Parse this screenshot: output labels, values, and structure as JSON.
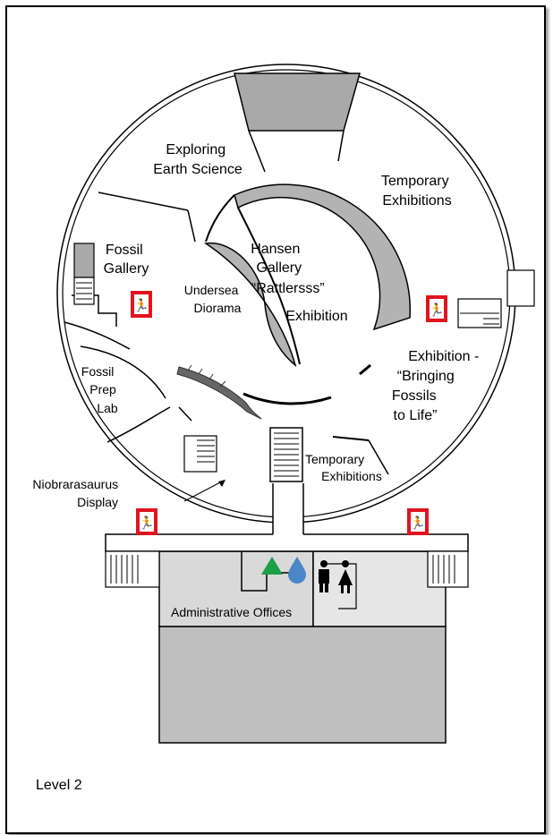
{
  "map": {
    "level_label": "Level 2",
    "rooms": {
      "exploring_earth_science": [
        "Exploring",
        "Earth Science"
      ],
      "temporary_exhibitions_top": [
        "Temporary",
        "Exhibitions"
      ],
      "fossil_gallery": [
        "Fossil",
        "Gallery"
      ],
      "hansen_gallery": [
        "Hansen",
        "Gallery",
        "“Rattlersss”",
        "Exhibition"
      ],
      "undersea_diorama": [
        "Undersea",
        "Diorama"
      ],
      "bringing_fossils": [
        "Exhibition -",
        "“Bringing",
        "Fossils",
        "to Life”"
      ],
      "fossil_prep_lab": [
        "Fossil",
        "Prep",
        "Lab"
      ],
      "temporary_exhibitions_bottom": [
        "Temporary",
        "Exhibitions"
      ],
      "niobrarasaurus_display": [
        "Niobrarasaurus",
        "Display"
      ],
      "administrative_offices": "Administrative Offices"
    },
    "colors": {
      "wall": "#000000",
      "gray_fill": "#a9a9a9",
      "light_gray": "#d9d9d9",
      "dark_gray": "#bfbfbf",
      "exit_red": "#e0141e",
      "triangle_green": "#1e9e46",
      "drop_blue": "#4a86c8"
    },
    "icons": [
      "emergency-exit-icon",
      "restroom-men-icon",
      "restroom-women-icon",
      "first-aid-triangle-icon",
      "water-fountain-icon",
      "mosasaur-fossil-icon"
    ]
  }
}
